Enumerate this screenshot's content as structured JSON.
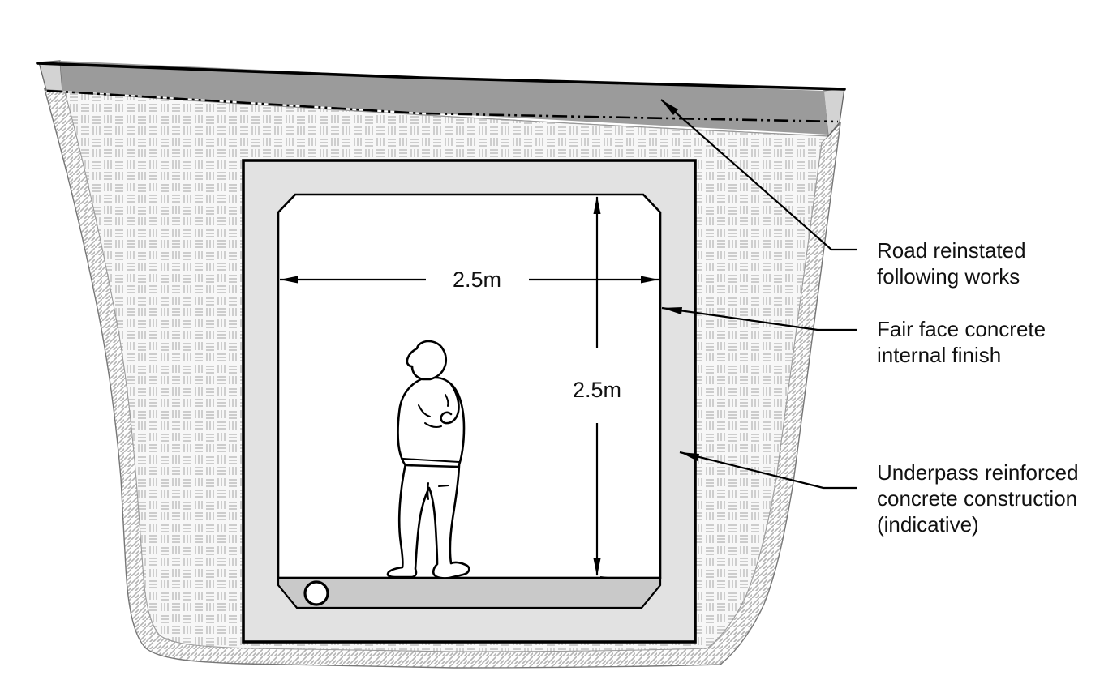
{
  "figure": {
    "type": "technical-cross-section",
    "subject": "Pedestrian underpass beneath reinstated road",
    "dimensions": {
      "width_label": "2.5m",
      "height_label": "2.5m"
    },
    "callouts": {
      "road": {
        "line1": "Road reinstated",
        "line2": "following works"
      },
      "finish": {
        "line1": "Fair face concrete",
        "line2": "internal finish"
      },
      "structure": {
        "line1": "Underpass reinforced",
        "line2": "concrete construction",
        "line3": "(indicative)"
      }
    },
    "colors": {
      "background": "#ffffff",
      "road_surface": "#9b9b9b",
      "road_end_wedge": "#d3d3d3",
      "concrete_wall": "#e2e2e2",
      "floor_screed": "#c9c9c9",
      "ground_fill": "#f7f7f7",
      "weave_mark": "#cccccc",
      "hatch_fill": "#fdfdfd",
      "hatch_line": "#b3b3b3",
      "line": "#000000"
    }
  }
}
